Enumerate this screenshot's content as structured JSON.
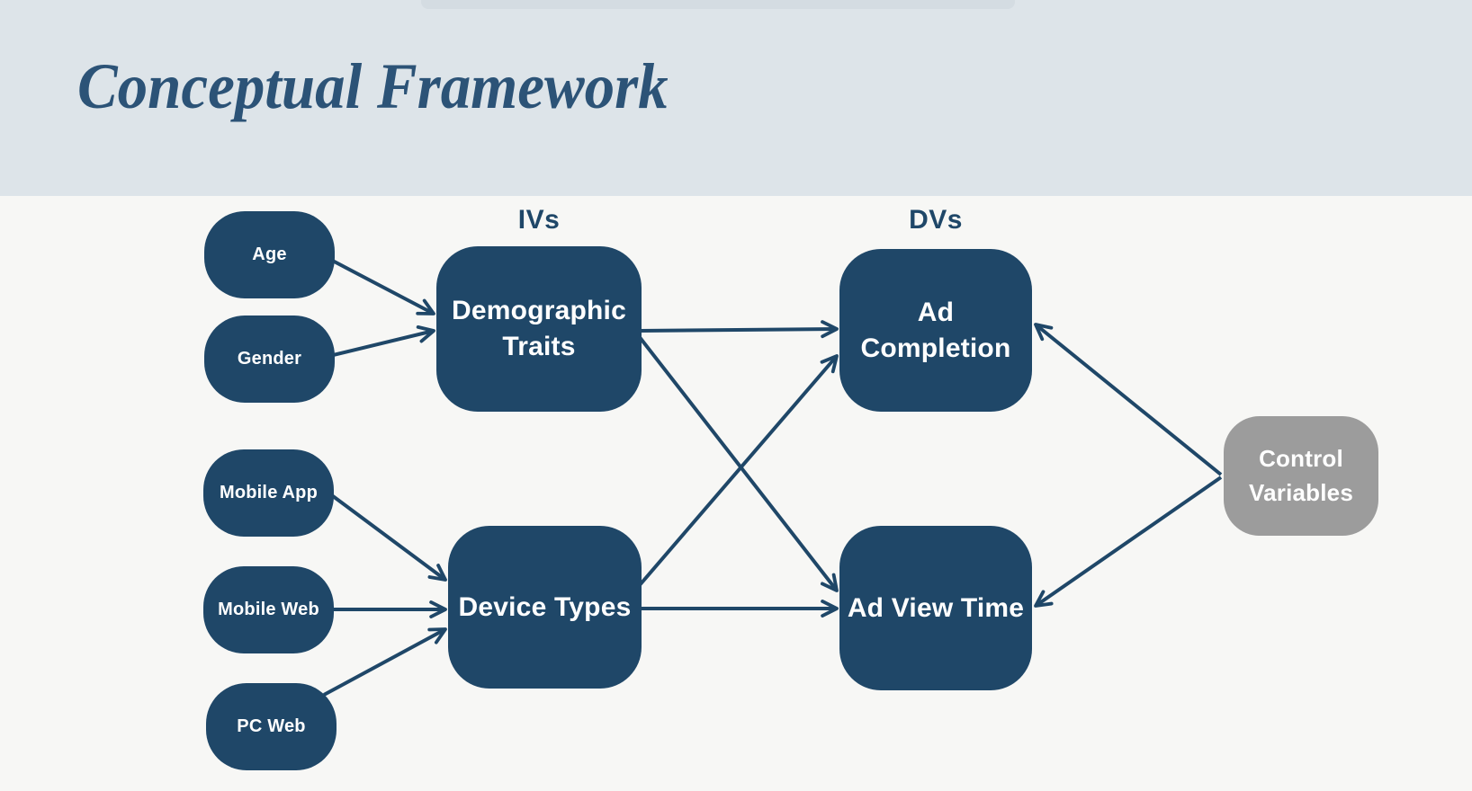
{
  "slide": {
    "title": "Conceptual Framework"
  },
  "diagram": {
    "section_labels": {
      "ivs": "IVs",
      "dvs": "DVs"
    },
    "nodes": {
      "age": {
        "label": "Age"
      },
      "gender": {
        "label": "Gender"
      },
      "mobile_app": {
        "label": "Mobile App"
      },
      "mobile_web": {
        "label": "Mobile Web"
      },
      "pc_web": {
        "label": "PC Web"
      },
      "demographic_traits": {
        "label": "Demographic Traits"
      },
      "device_types": {
        "label": "Device Types"
      },
      "ad_completion": {
        "label": "Ad Completion"
      },
      "ad_view_time": {
        "label": "Ad View Time"
      },
      "control_variables": {
        "label": "Control Variables"
      }
    },
    "edges": [
      {
        "from": "age",
        "to": "demographic_traits"
      },
      {
        "from": "gender",
        "to": "demographic_traits"
      },
      {
        "from": "mobile_app",
        "to": "device_types"
      },
      {
        "from": "mobile_web",
        "to": "device_types"
      },
      {
        "from": "pc_web",
        "to": "device_types"
      },
      {
        "from": "demographic_traits",
        "to": "ad_completion"
      },
      {
        "from": "demographic_traits",
        "to": "ad_view_time"
      },
      {
        "from": "device_types",
        "to": "ad_completion"
      },
      {
        "from": "device_types",
        "to": "ad_view_time"
      },
      {
        "from": "control_variables",
        "to": "ad_completion"
      },
      {
        "from": "control_variables",
        "to": "ad_view_time"
      }
    ],
    "colors": {
      "node_navy": "#1f4768",
      "node_gray": "#9c9c9c",
      "arrow": "#1f4768",
      "node_text": "#ffffff",
      "label_text": "#1f4768",
      "title_text": "#2c5377",
      "header_bg": "#dde4e9",
      "body_bg": "#f7f7f5"
    }
  }
}
